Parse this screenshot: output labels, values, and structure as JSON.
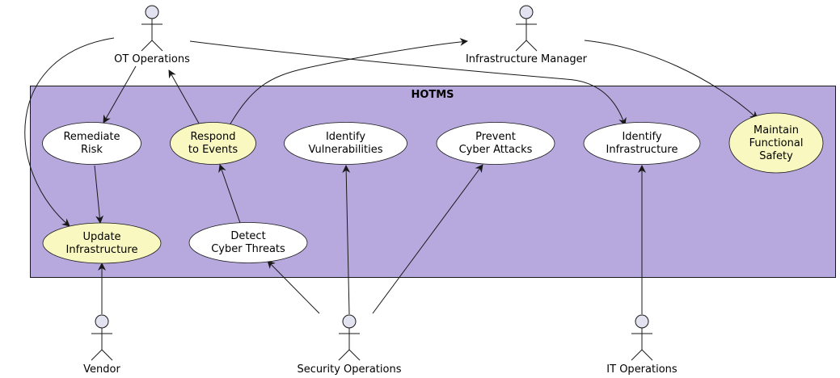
{
  "diagram": {
    "system": {
      "title": "HOTMS"
    },
    "colors": {
      "boundary_fill": "#b7a9de",
      "highlight_fill": "#f8f8c0",
      "plain_fill": "#ffffff",
      "stroke": "#181818"
    },
    "actors": [
      {
        "id": "ot-operations",
        "label": "OT Operations"
      },
      {
        "id": "infrastructure-manager",
        "label": "Infrastructure Manager"
      },
      {
        "id": "vendor",
        "label": "Vendor"
      },
      {
        "id": "security-operations",
        "label": "Security Operations"
      },
      {
        "id": "it-operations",
        "label": "IT Operations"
      }
    ],
    "usecases": [
      {
        "id": "remediate-risk",
        "lines": [
          "Remediate",
          "Risk"
        ],
        "highlight": false
      },
      {
        "id": "respond-to-events",
        "lines": [
          "Respond",
          "to Events"
        ],
        "highlight": true
      },
      {
        "id": "identify-vulnerabilities",
        "lines": [
          "Identify",
          "Vulnerabilities"
        ],
        "highlight": false
      },
      {
        "id": "prevent-cyber-attacks",
        "lines": [
          "Prevent",
          "Cyber Attacks"
        ],
        "highlight": false
      },
      {
        "id": "identify-infrastructure",
        "lines": [
          "Identify",
          "Infrastructure"
        ],
        "highlight": false
      },
      {
        "id": "maintain-functional-safety",
        "lines": [
          "Maintain",
          "Functional",
          "Safety"
        ],
        "highlight": true
      },
      {
        "id": "update-infrastructure",
        "lines": [
          "Update",
          "Infrastructure"
        ],
        "highlight": true
      },
      {
        "id": "detect-cyber-threats",
        "lines": [
          "Detect",
          "Cyber Threats"
        ],
        "highlight": false
      }
    ],
    "relations": [
      {
        "from": "ot-operations",
        "to": "remediate-risk"
      },
      {
        "from": "ot-operations",
        "to": "update-infrastructure"
      },
      {
        "from": "ot-operations",
        "to": "identify-infrastructure"
      },
      {
        "from": "respond-to-events",
        "to": "ot-operations"
      },
      {
        "from": "respond-to-events",
        "to": "infrastructure-manager"
      },
      {
        "from": "infrastructure-manager",
        "to": "maintain-functional-safety"
      },
      {
        "from": "remediate-risk",
        "to": "update-infrastructure"
      },
      {
        "from": "detect-cyber-threats",
        "to": "respond-to-events"
      },
      {
        "from": "vendor",
        "to": "update-infrastructure"
      },
      {
        "from": "security-operations",
        "to": "detect-cyber-threats"
      },
      {
        "from": "security-operations",
        "to": "identify-vulnerabilities"
      },
      {
        "from": "security-operations",
        "to": "prevent-cyber-attacks"
      },
      {
        "from": "it-operations",
        "to": "identify-infrastructure"
      }
    ]
  }
}
